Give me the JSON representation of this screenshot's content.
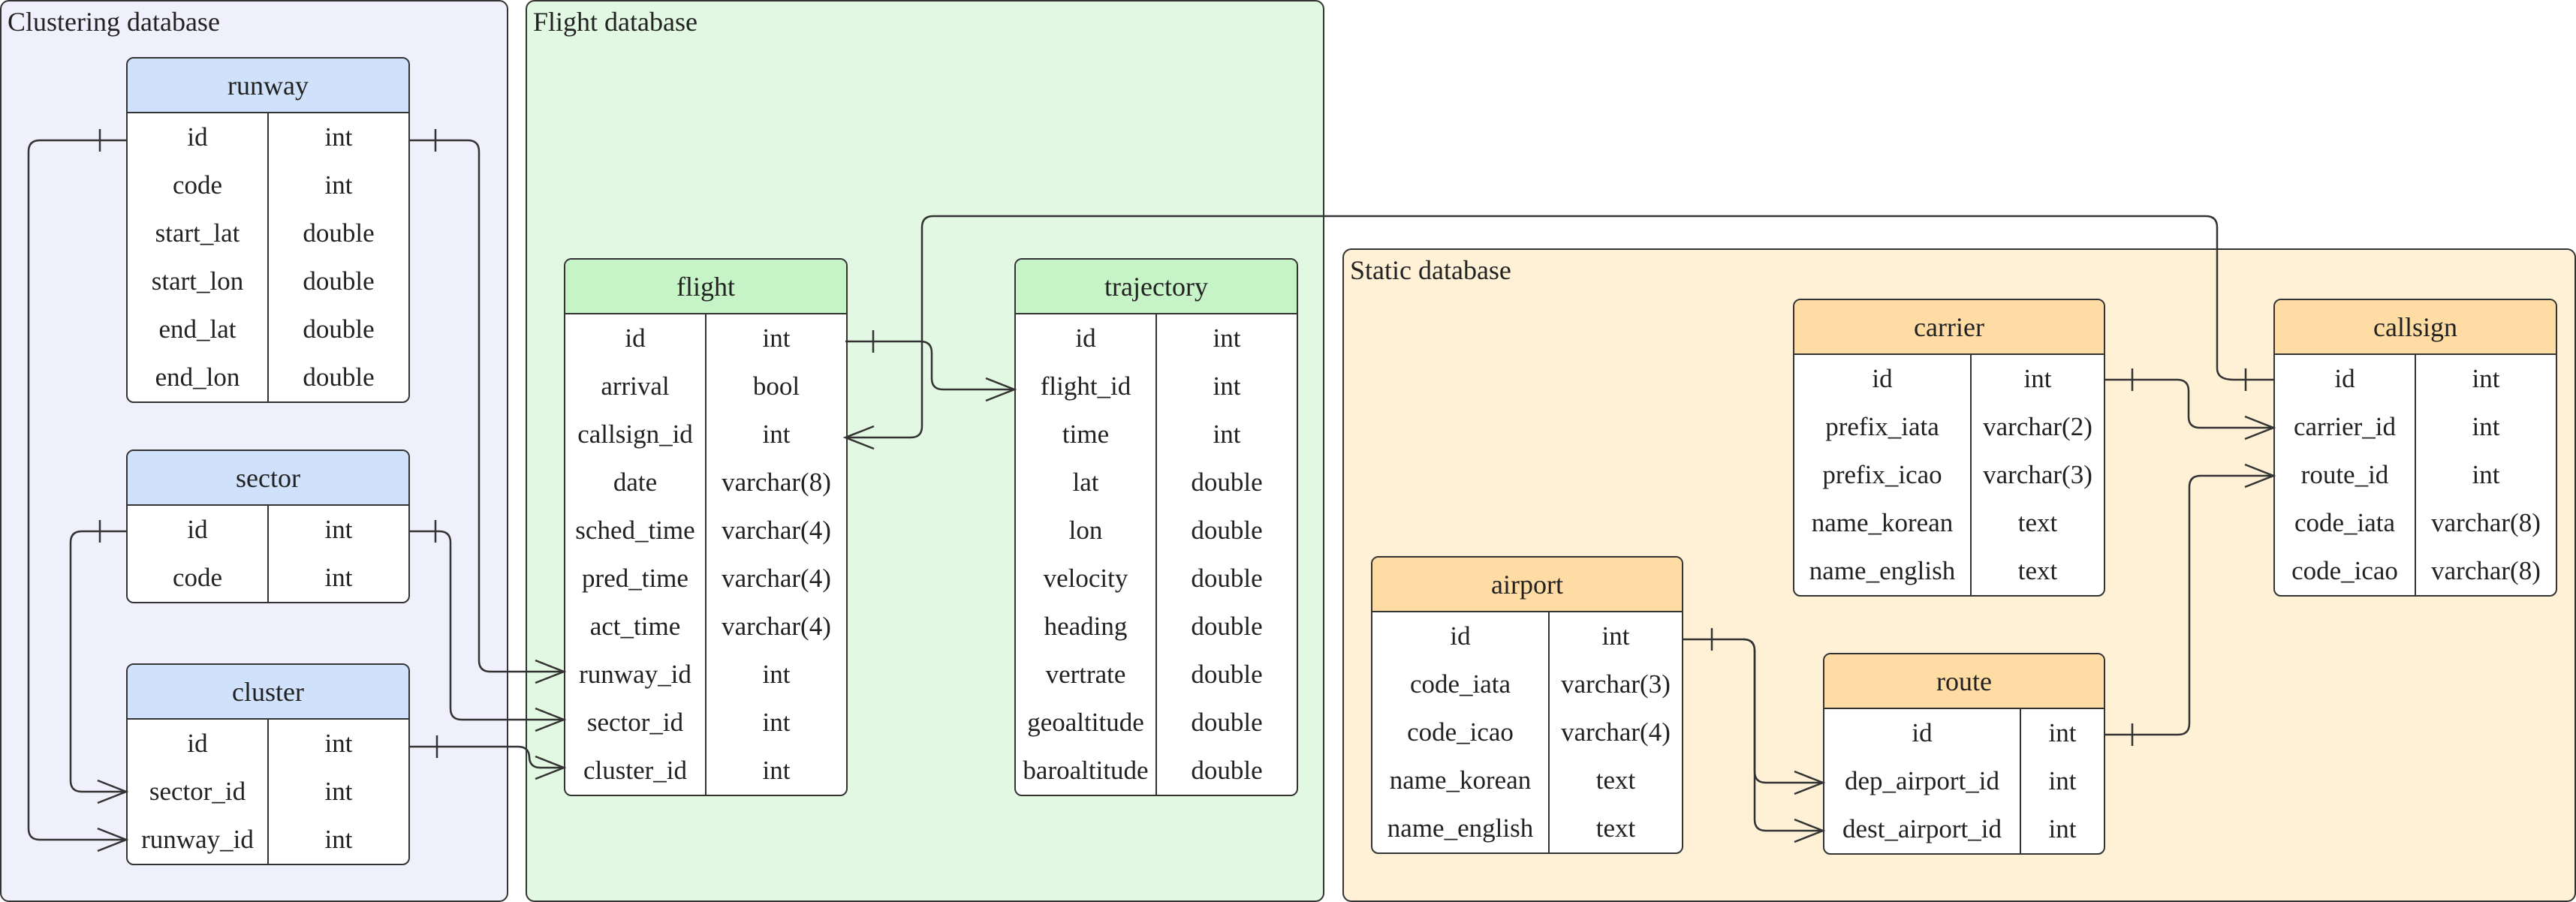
{
  "groups": {
    "clustering": "Clustering database",
    "flight": "Flight database",
    "static": "Static database"
  },
  "tables": {
    "runway": {
      "name": "runway",
      "columns": [
        {
          "name": "id",
          "type": "int"
        },
        {
          "name": "code",
          "type": "int"
        },
        {
          "name": "start_lat",
          "type": "double"
        },
        {
          "name": "start_lon",
          "type": "double"
        },
        {
          "name": "end_lat",
          "type": "double"
        },
        {
          "name": "end_lon",
          "type": "double"
        }
      ]
    },
    "sector": {
      "name": "sector",
      "columns": [
        {
          "name": "id",
          "type": "int"
        },
        {
          "name": "code",
          "type": "int"
        }
      ]
    },
    "cluster": {
      "name": "cluster",
      "columns": [
        {
          "name": "id",
          "type": "int"
        },
        {
          "name": "sector_id",
          "type": "int"
        },
        {
          "name": "runway_id",
          "type": "int"
        }
      ]
    },
    "flight": {
      "name": "flight",
      "columns": [
        {
          "name": "id",
          "type": "int"
        },
        {
          "name": "arrival",
          "type": "bool"
        },
        {
          "name": "callsign_id",
          "type": "int"
        },
        {
          "name": "date",
          "type": "varchar(8)"
        },
        {
          "name": "sched_time",
          "type": "varchar(4)"
        },
        {
          "name": "pred_time",
          "type": "varchar(4)"
        },
        {
          "name": "act_time",
          "type": "varchar(4)"
        },
        {
          "name": "runway_id",
          "type": "int"
        },
        {
          "name": "sector_id",
          "type": "int"
        },
        {
          "name": "cluster_id",
          "type": "int"
        }
      ]
    },
    "trajectory": {
      "name": "trajectory",
      "columns": [
        {
          "name": "id",
          "type": "int"
        },
        {
          "name": "flight_id",
          "type": "int"
        },
        {
          "name": "time",
          "type": "int"
        },
        {
          "name": "lat",
          "type": "double"
        },
        {
          "name": "lon",
          "type": "double"
        },
        {
          "name": "velocity",
          "type": "double"
        },
        {
          "name": "heading",
          "type": "double"
        },
        {
          "name": "vertrate",
          "type": "double"
        },
        {
          "name": "geoaltitude",
          "type": "double"
        },
        {
          "name": "baroaltitude",
          "type": "double"
        }
      ]
    },
    "carrier": {
      "name": "carrier",
      "columns": [
        {
          "name": "id",
          "type": "int"
        },
        {
          "name": "prefix_iata",
          "type": "varchar(2)"
        },
        {
          "name": "prefix_icao",
          "type": "varchar(3)"
        },
        {
          "name": "name_korean",
          "type": "text"
        },
        {
          "name": "name_english",
          "type": "text"
        }
      ]
    },
    "callsign": {
      "name": "callsign",
      "columns": [
        {
          "name": "id",
          "type": "int"
        },
        {
          "name": "carrier_id",
          "type": "int"
        },
        {
          "name": "route_id",
          "type": "int"
        },
        {
          "name": "code_iata",
          "type": "varchar(8)"
        },
        {
          "name": "code_icao",
          "type": "varchar(8)"
        }
      ]
    },
    "airport": {
      "name": "airport",
      "columns": [
        {
          "name": "id",
          "type": "int"
        },
        {
          "name": "code_iata",
          "type": "varchar(3)"
        },
        {
          "name": "code_icao",
          "type": "varchar(4)"
        },
        {
          "name": "name_korean",
          "type": "text"
        },
        {
          "name": "name_english",
          "type": "text"
        }
      ]
    },
    "route": {
      "name": "route",
      "columns": [
        {
          "name": "id",
          "type": "int"
        },
        {
          "name": "dep_airport_id",
          "type": "int"
        },
        {
          "name": "dest_airport_id",
          "type": "int"
        }
      ]
    }
  },
  "relations": [
    {
      "from": "runway.id",
      "to": "flight.runway_id",
      "cardinality": "one-to-many"
    },
    {
      "from": "sector.id",
      "to": "flight.sector_id",
      "cardinality": "one-to-many"
    },
    {
      "from": "cluster.id",
      "to": "flight.cluster_id",
      "cardinality": "one-to-many"
    },
    {
      "from": "sector.id",
      "to": "cluster.sector_id",
      "cardinality": "one-to-many"
    },
    {
      "from": "runway.id",
      "to": "cluster.runway_id",
      "cardinality": "one-to-many"
    },
    {
      "from": "flight.id",
      "to": "trajectory.flight_id",
      "cardinality": "one-to-many"
    },
    {
      "from": "callsign.id",
      "to": "flight.callsign_id",
      "cardinality": "one-to-many"
    },
    {
      "from": "carrier.id",
      "to": "callsign.carrier_id",
      "cardinality": "one-to-many"
    },
    {
      "from": "route.id",
      "to": "callsign.route_id",
      "cardinality": "one-to-many"
    },
    {
      "from": "airport.id",
      "to": "route.dep_airport_id",
      "cardinality": "one-to-many"
    },
    {
      "from": "airport.id",
      "to": "route.dest_airport_id",
      "cardinality": "one-to-many"
    }
  ]
}
